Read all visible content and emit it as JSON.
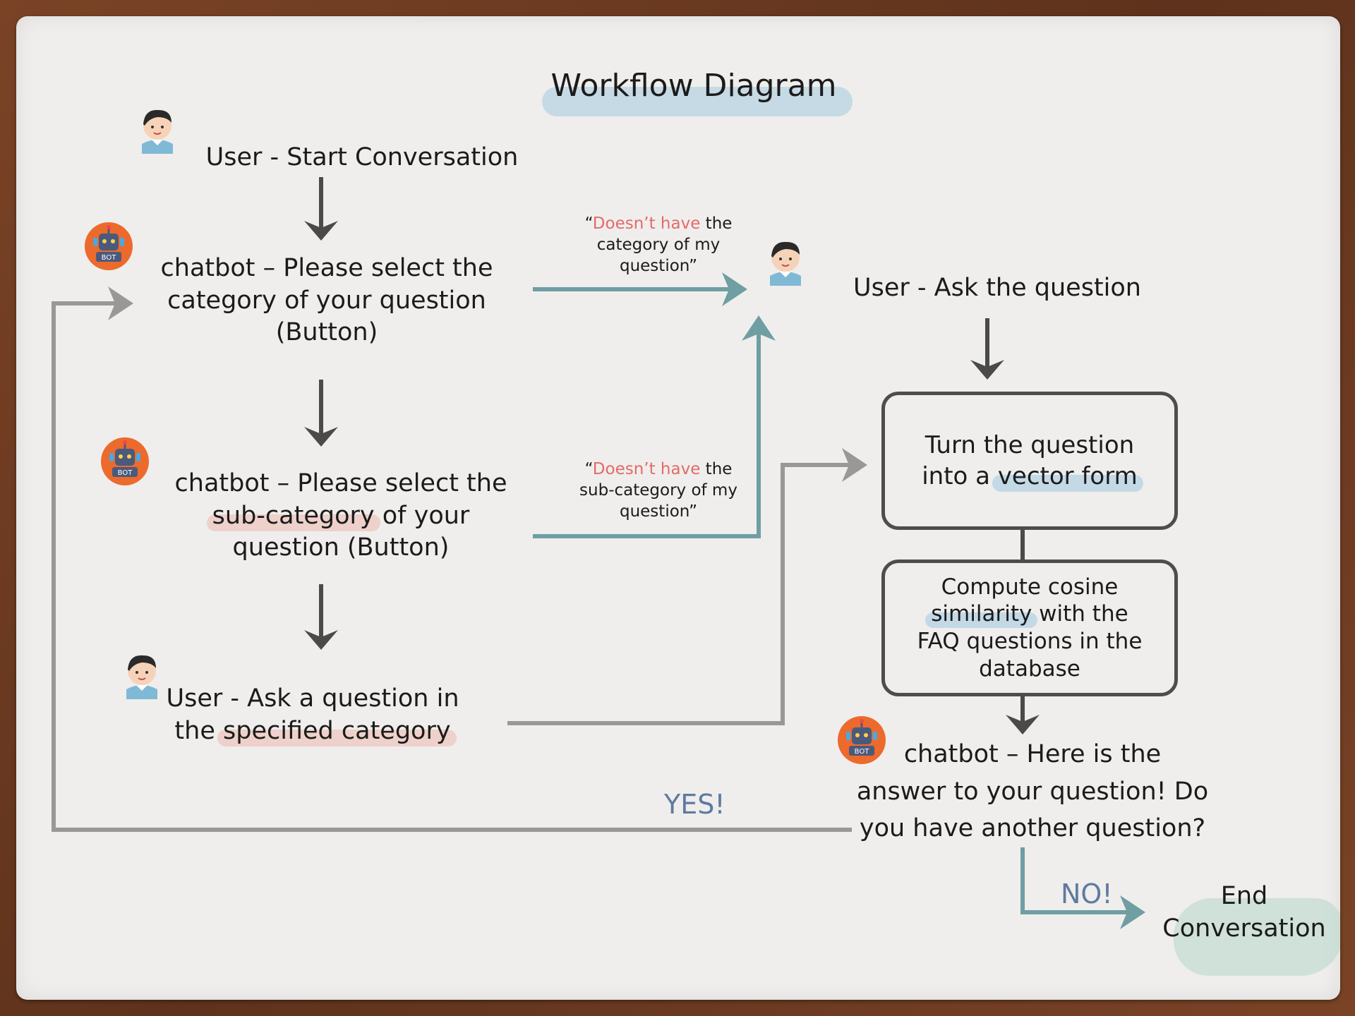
{
  "title": "Workflow Diagram",
  "nodes": {
    "start": {
      "text": "User - Start Conversation"
    },
    "category": {
      "line1": "chatbot  –  Please select the",
      "line2": "category of your question",
      "line3": "(Button)"
    },
    "subcategory": {
      "line1": "chatbot  –  Please select the",
      "hl": "sub-category",
      "rest2": " of your",
      "line3": "question (Button)"
    },
    "ask_category": {
      "line1": "User - Ask a question in",
      "pre2": "the ",
      "hl": "specified category"
    },
    "ask": {
      "text": "User - Ask the question"
    },
    "vector": {
      "line1": "Turn the question",
      "pre2": "into a ",
      "hl": "vector form"
    },
    "cosine": {
      "line1": "Compute cosine",
      "hl": "similarity",
      "rest2": " with the",
      "line3": "FAQ questions in the",
      "line4": "database"
    },
    "answer": {
      "line1": "chatbot  –  Here is the",
      "line2": "answer to your question! Do",
      "line3": "you have another question?"
    },
    "end": {
      "line1": "End",
      "line2": "Conversation"
    }
  },
  "edge_labels": {
    "no_category": {
      "open": "“",
      "red": "Doesn’t have",
      "rest1": " the",
      "line2": "category of my",
      "line3": "question”"
    },
    "no_subcategory": {
      "open": "“",
      "red": "Doesn’t have",
      "rest1": " the",
      "line2": "sub-category of my",
      "line3": "question”"
    },
    "yes": "YES!",
    "no": "NO!"
  },
  "icons": {
    "user": "user-avatar-icon",
    "bot": "robot-bot-icon",
    "bot_label": "BOT"
  },
  "colors": {
    "gray_arrow": "#4a4a4a",
    "light_gray_arrow": "#9a9896",
    "teal_arrow": "#6f9ea3",
    "red_text": "#e46a6a",
    "label_blue": "#5f7aa0"
  }
}
